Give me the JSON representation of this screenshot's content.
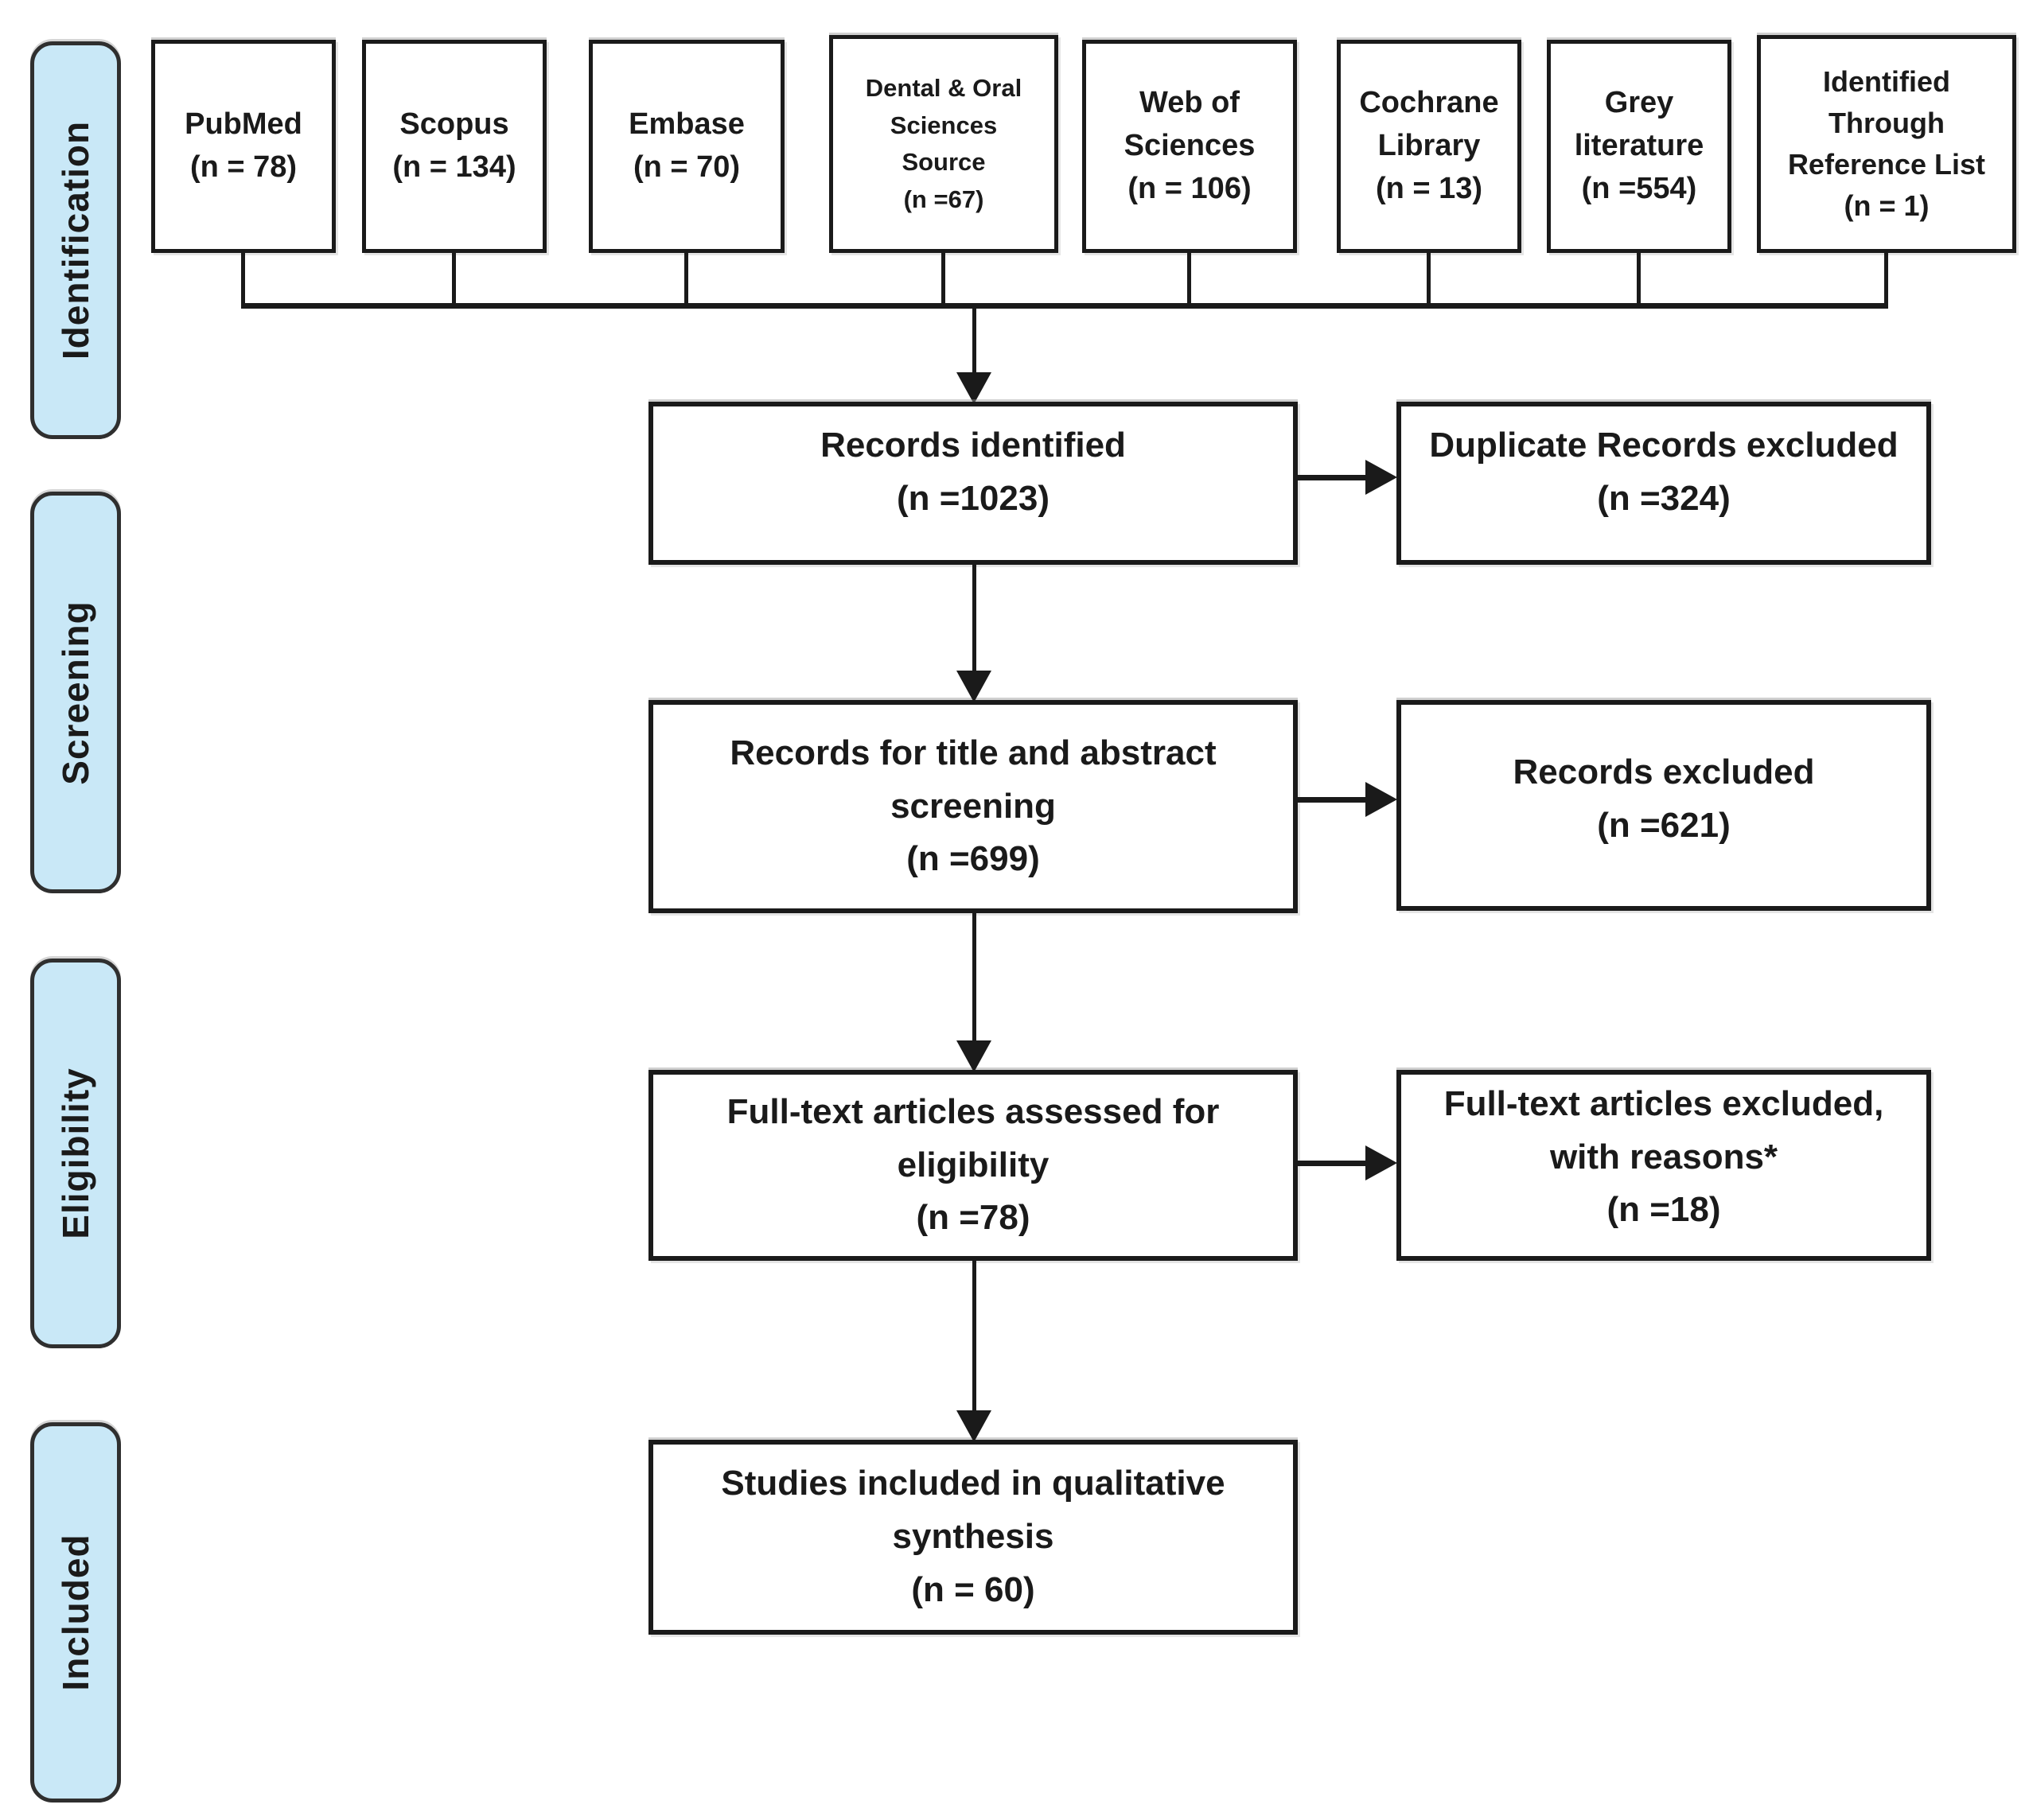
{
  "stages": [
    {
      "label": "Identification"
    },
    {
      "label": "Screening"
    },
    {
      "label": "Eligibility"
    },
    {
      "label": "Included"
    }
  ],
  "source_boxes": [
    {
      "lines": [
        "PubMed",
        "(n = 78)"
      ]
    },
    {
      "lines": [
        "Scopus",
        "(n = 134)"
      ]
    },
    {
      "lines": [
        "Embase",
        "(n = 70)"
      ]
    },
    {
      "lines": [
        "Dental & Oral",
        "Sciences",
        "Source",
        "(n =67)"
      ]
    },
    {
      "lines": [
        "Web of",
        "Sciences",
        "(n = 106)"
      ]
    },
    {
      "lines": [
        "Cochrane",
        "Library",
        "(n = 13)"
      ]
    },
    {
      "lines": [
        "Grey",
        "literature",
        "(n =554)"
      ]
    },
    {
      "lines": [
        "Identified",
        "Through",
        "Reference List",
        "(n = 1)"
      ]
    }
  ],
  "flow_boxes": [
    {
      "lines": [
        "Records identified",
        "(n =1023)"
      ]
    },
    {
      "lines": [
        "Records for title and abstract",
        "screening",
        "(n =699)"
      ]
    },
    {
      "lines": [
        "Full-text articles assessed for",
        "eligibility",
        "(n =78)"
      ]
    },
    {
      "lines": [
        "Studies included in qualitative",
        "synthesis",
        "(n = 60)"
      ]
    }
  ],
  "exclusion_boxes": [
    {
      "lines": [
        "Duplicate Records excluded",
        "(n =324)"
      ]
    },
    {
      "lines": [
        "Records excluded",
        "(n =621)"
      ]
    },
    {
      "lines": [
        "Full-text articles excluded,",
        "with reasons*",
        "(n =18)"
      ]
    }
  ],
  "colors": {
    "stage_fill": "#c9e8f7",
    "stage_border": "#2f2f2f",
    "box_border": "#1a1a1a",
    "connector": "#1a1a1a",
    "text": "#1a1a1a"
  }
}
